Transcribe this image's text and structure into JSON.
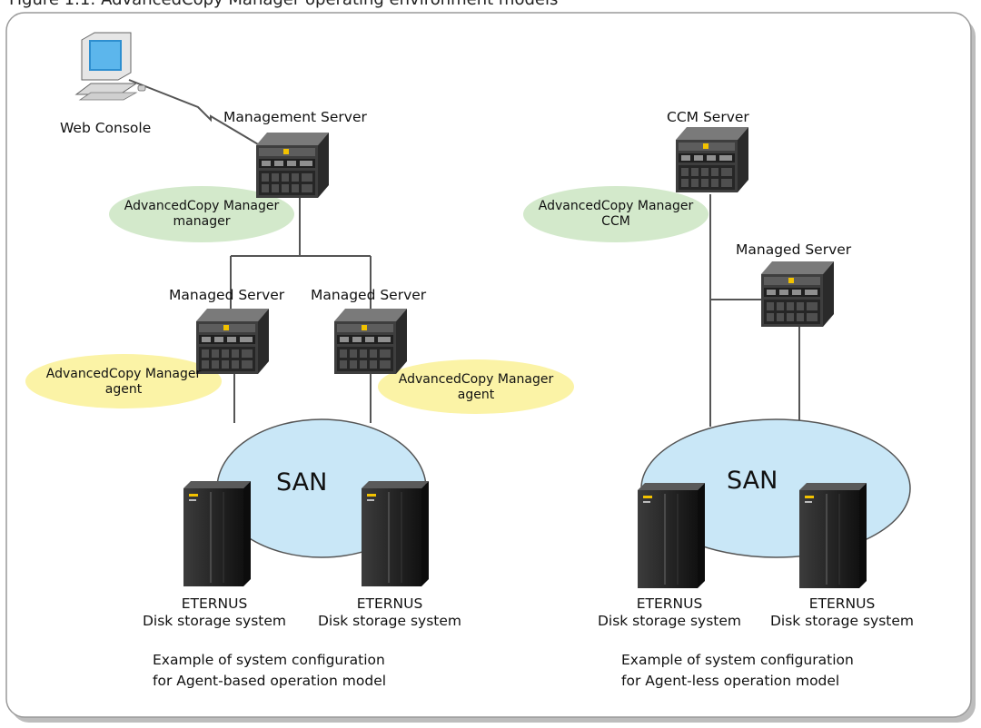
{
  "figure_caption": "Figure 1.1: AdvancedCopy Manager operating environment models",
  "left": {
    "web_console": "Web Console",
    "management_server": "Management Server",
    "manager_oval": {
      "line1": "AdvancedCopy Manager",
      "line2": "manager"
    },
    "managed_server_1": "Managed Server",
    "managed_server_2": "Managed Server",
    "agent_oval_1": {
      "line1": "AdvancedCopy Manager",
      "line2": "agent"
    },
    "agent_oval_2": {
      "line1": "AdvancedCopy Manager",
      "line2": "agent"
    },
    "san": "SAN",
    "storage_1": {
      "line1": "ETERNUS",
      "line2": "Disk storage system"
    },
    "storage_2": {
      "line1": "ETERNUS",
      "line2": "Disk storage system"
    },
    "description": {
      "line1": "Example of system configuration",
      "line2": "for Agent-based operation model"
    }
  },
  "right": {
    "ccm_server": "CCM Server",
    "ccm_oval": {
      "line1": "AdvancedCopy Manager",
      "line2": "CCM"
    },
    "managed_server": "Managed Server",
    "san": "SAN",
    "storage_1": {
      "line1": "ETERNUS",
      "line2": "Disk storage system"
    },
    "storage_2": {
      "line1": "ETERNUS",
      "line2": "Disk storage system"
    },
    "description": {
      "line1": "Example of system configuration",
      "line2": "for Agent-less operation model"
    }
  },
  "colors": {
    "green_oval": "#d3e9cb",
    "yellow_oval": "#fbf3a6",
    "san_oval": "#c9e7f7",
    "frame_border": "#9a9a9a",
    "frame_shadow": "#bdbdbd",
    "line": "#555555"
  }
}
